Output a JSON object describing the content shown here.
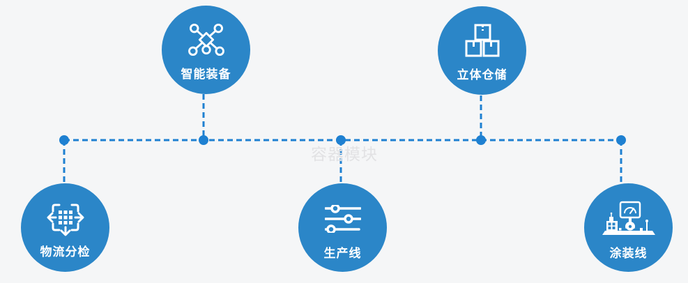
{
  "watermark": "容器模块",
  "colors": {
    "circle_blue": "#2b86c8",
    "connector_blue": "#1e80d1",
    "background": "#f5f6f7",
    "watermark_gray": "#e2e2e4",
    "icon_white": "#ffffff"
  },
  "nodes": [
    {
      "label": "智能装备",
      "icon": "network-nodes-icon",
      "position": "top-left"
    },
    {
      "label": "立体仓储",
      "icon": "stacked-boxes-icon",
      "position": "top-right"
    },
    {
      "label": "物流分检",
      "icon": "sort-dispatch-icon",
      "position": "bottom-left"
    },
    {
      "label": "生产线",
      "icon": "sliders-icon",
      "position": "bottom-center"
    },
    {
      "label": "涂装线",
      "icon": "paint-station-icon",
      "position": "bottom-right"
    }
  ]
}
